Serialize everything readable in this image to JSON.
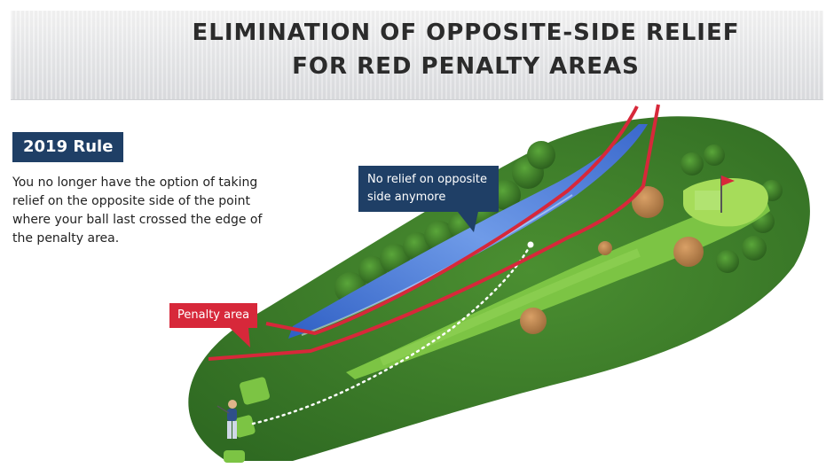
{
  "header": {
    "title_line1": "ELIMINATION OF OPPOSITE-SIDE RELIEF",
    "title_line2": "FOR RED PENALTY AREAS"
  },
  "rule": {
    "badge": "2019 Rule",
    "description": "You no longer have the option of taking relief on the opposite side of the point where your ball last crossed the edge of the penalty area."
  },
  "callouts": {
    "no_relief": "No relief on opposite side anymore",
    "penalty_area": "Penalty area"
  },
  "colors": {
    "rule_badge": "#1f3f66",
    "penalty_line": "#d7283a",
    "water": "#3d6fd1",
    "rough": "#3f7d2b",
    "fairway": "#7cc444",
    "green": "#a6dc5a"
  }
}
